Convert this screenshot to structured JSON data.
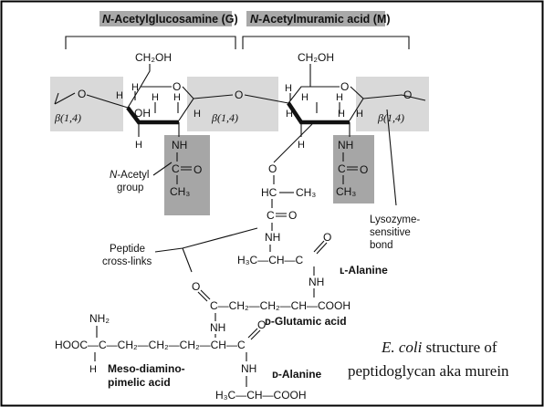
{
  "headers": {
    "g_prefix": "N",
    "g_rest": "-Acetylglucosamine (G)",
    "m_prefix": "N",
    "m_rest": "-Acetylmuramic acid (M)"
  },
  "atoms": {
    "ch2oh": "CH₂OH",
    "o": "O",
    "h": "H",
    "oh": "OH",
    "nh": "NH",
    "c": "C",
    "ch3": "CH₃",
    "hc": "HC",
    "h3c_ch": "H₃C—CH—C",
    "nh2": "NH₂",
    "cooh_ch": "CH—COOH",
    "glu_chain": "C—CH₂—CH₂—CH—COOH",
    "dap_chain": "HOOC—C—CH₂—CH₂—CH₂—CH—C",
    "h3c_ch_cooh": "H₃C—CH—COOH",
    "beta": "β(1,4)"
  },
  "labels": {
    "n_acetyl_prefix": "N",
    "n_acetyl_rest": "-Acetyl",
    "group": "group",
    "lysozyme_1": "Lysozyme-",
    "lysozyme_2": "sensitive",
    "lysozyme_3": "bond",
    "peptide_1": "Peptide",
    "peptide_2": "cross-links",
    "l_alanine": "ʟ-Alanine",
    "d_glutamic": "ᴅ-Glutamic acid",
    "meso_1": "Meso-diamino-",
    "meso_2": "pimelic acid",
    "d_alanine": "ᴅ-Alanine"
  },
  "caption": {
    "line1_italic": "E. coli",
    "line1_rest": " structure of",
    "line2": "peptidoglycan aka murein"
  },
  "colors": {
    "border": "#000000",
    "header_fill": "#a9a9a9",
    "shade_light": "#d9d9d9",
    "shade_dark": "#a6a6a6"
  }
}
